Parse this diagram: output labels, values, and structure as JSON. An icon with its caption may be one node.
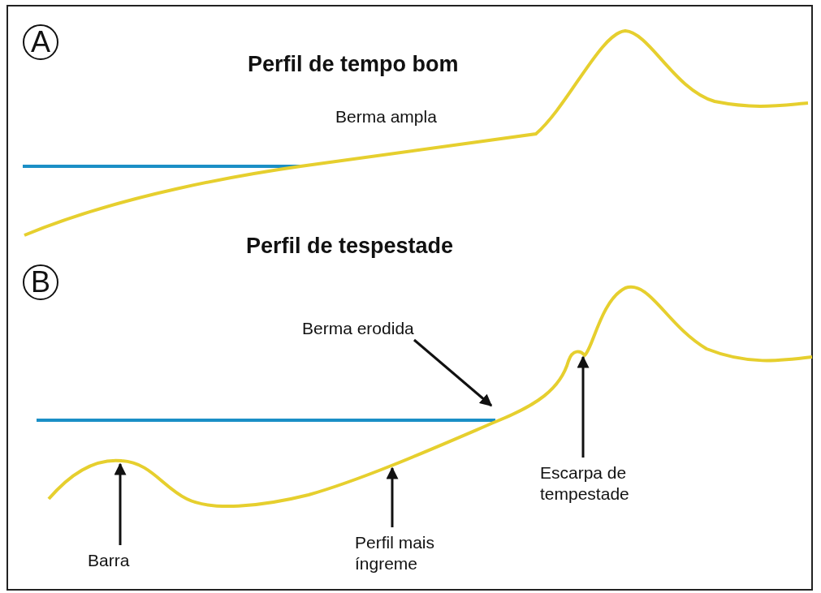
{
  "diagram": {
    "nodes": [
      {
        "text": [
          "A"
        ]
      },
      {
        "text": [
          "B"
        ]
      },
      {
        "text": [
          "Berma erodida"
        ]
      },
      {
        "text": [
          "Escarpa de tempestade"
        ]
      },
      {
        "text": [
          "Barra"
        ]
      },
      {
        "text": [
          "Perfil mais íngreme"
        ]
      }
    ],
    "edges": [
      {
        "from": 2,
        "to": null,
        "arrow": "to"
      },
      {
        "from": 3,
        "to": null,
        "arrow": "to"
      },
      {
        "from": 4,
        "to": null,
        "arrow": "to"
      },
      {
        "from": 5,
        "to": null,
        "arrow": "to"
      }
    ],
    "labels": [
      "Perfil de tempo bom",
      "Berma ampla",
      "Perfil de tespestade"
    ]
  }
}
